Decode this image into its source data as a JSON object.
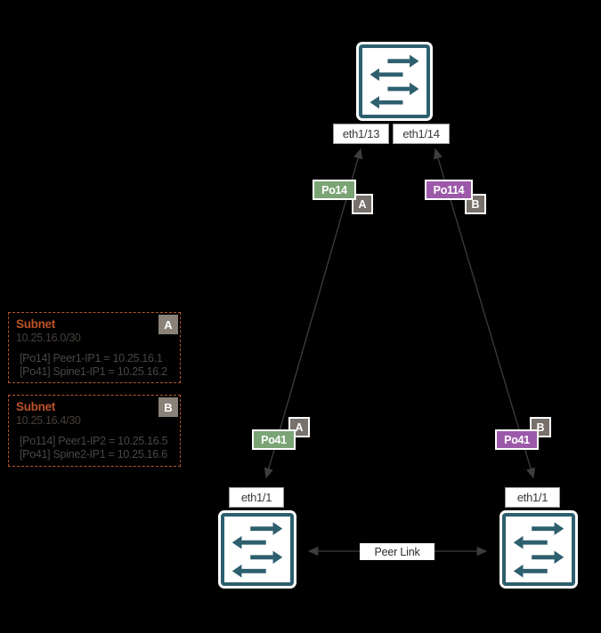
{
  "diagram": {
    "top_switch": {
      "icon": "switch-icon",
      "port_labels": [
        "eth1/13",
        "eth1/14"
      ]
    },
    "left_link": {
      "top_badge": "Po14",
      "top_zone": "A",
      "bottom_badge": "Po41",
      "bottom_zone": "A"
    },
    "right_link": {
      "top_badge": "Po114",
      "top_zone": "B",
      "bottom_badge": "Po41",
      "bottom_zone": "B"
    },
    "bottom_left_switch": {
      "icon": "switch-icon",
      "port_label": "eth1/1"
    },
    "bottom_right_switch": {
      "icon": "switch-icon",
      "port_label": "eth1/1"
    },
    "peer_link_label": "Peer Link"
  },
  "subnet_boxes": [
    {
      "title": "Subnet",
      "cidr": "10.25.16.0/30",
      "zone": "A",
      "entries": [
        "[Po14] Peer1-IP1 = 10.25.16.1",
        "[Po41] Spine1-IP1 = 10.25.16.2"
      ]
    },
    {
      "title": "Subnet",
      "cidr": "10.25.16.4/30",
      "zone": "B",
      "entries": [
        "[Po114] Peer1-IP2 = 10.25.16.5",
        "[Po41] Spine2-IP1 = 10.25.16.6"
      ]
    }
  ],
  "colors": {
    "background": "#000000",
    "switch_teal": "#2D5F6E",
    "po_green": "#7AA474",
    "po_purple": "#9C59A9",
    "zone_badge_gray": "#77706B",
    "subnet_border_orange": "#B5552D",
    "subnet_title_orange": "#BC5127",
    "connector_gray": "#3D3D3D"
  }
}
